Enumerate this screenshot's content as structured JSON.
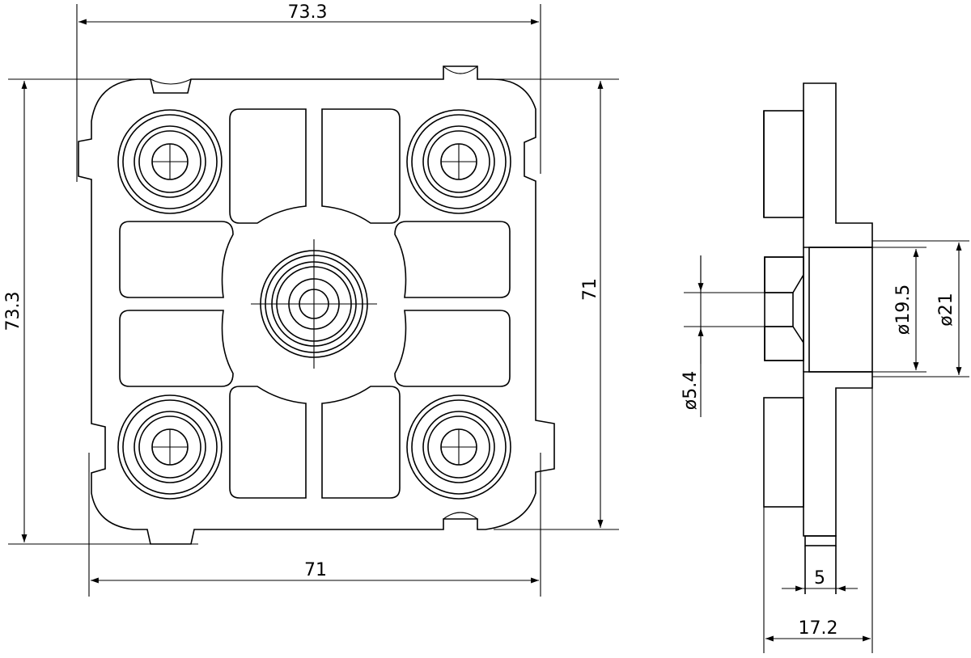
{
  "front_view": {
    "width_top_label": "73.3",
    "height_left_label": "73.3",
    "height_right_label": "71",
    "width_bottom_label": "71"
  },
  "side_view": {
    "bore_label": "ø5.4",
    "inner_diameter_label": "ø19.5",
    "outer_diameter_label": "ø21",
    "thickness_label": "5",
    "depth_label": "17.2"
  }
}
